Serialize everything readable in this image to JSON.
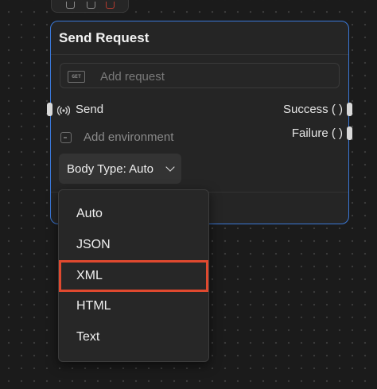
{
  "node": {
    "title": "Send Request",
    "request": {
      "method": "GET",
      "placeholder": "Add request",
      "value": ""
    },
    "input": {
      "label": "Send",
      "icon": "broadcast-icon"
    },
    "outputs": [
      {
        "label": "Success ( )"
      },
      {
        "label": "Failure ( )"
      }
    ],
    "environment": {
      "label": "Add environment",
      "icon": "environment-icon"
    },
    "body_type": {
      "label": "Body Type: Auto",
      "icon": "chevron-down-icon"
    },
    "accent_color": "#3a78d8"
  },
  "dropdown": {
    "options": [
      "Auto",
      "JSON",
      "XML",
      "HTML",
      "Text"
    ],
    "highlighted": "XML",
    "highlight_color": "#e0492f"
  },
  "toolbar": {
    "icons": [
      "copy-icon",
      "duplicate-icon",
      "delete-icon"
    ]
  }
}
